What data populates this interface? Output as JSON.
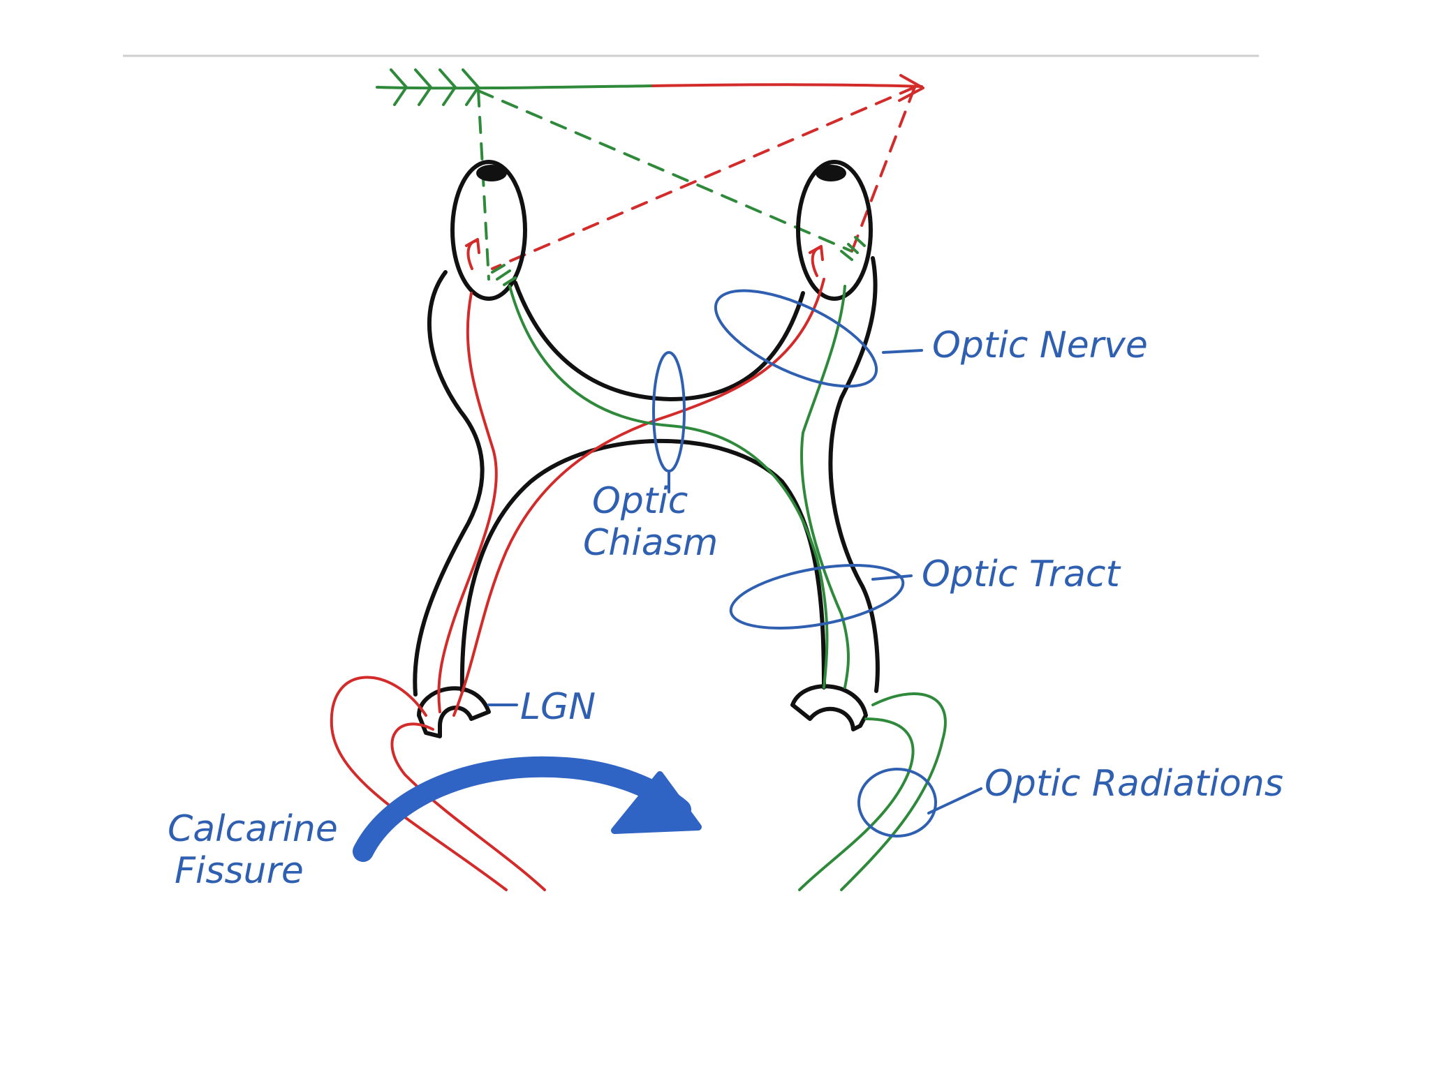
{
  "labels": {
    "optic_nerve": "Optic Nerve",
    "optic_chiasm_1": "Optic",
    "optic_chiasm_2": "Chiasm",
    "optic_tract": "Optic Tract",
    "lgn": "LGN",
    "optic_radiations": "Optic Radiations",
    "calcarine_1": "Calcarine",
    "calcarine_2": "Fissure"
  },
  "colors": {
    "ink_black": "#111111",
    "ink_red": "#d32a2a",
    "ink_green": "#2e8a3a",
    "ink_blue": "#2f5fb0",
    "fissure_arrow": "#2f63c4"
  }
}
